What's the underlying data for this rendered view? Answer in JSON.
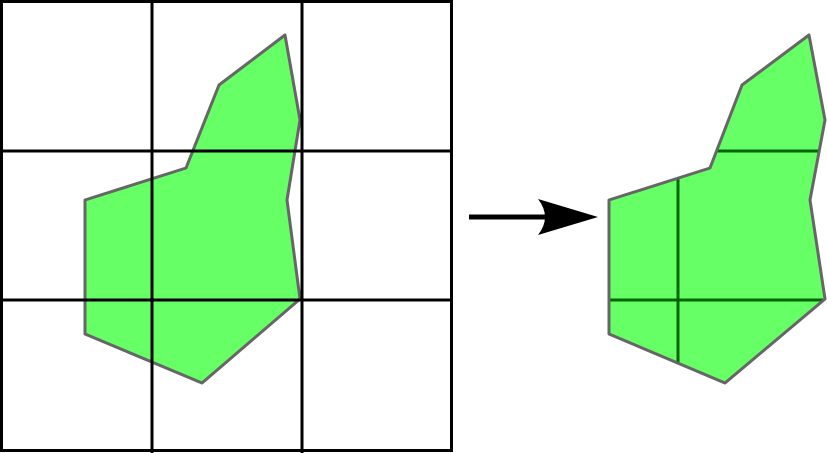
{
  "diagram": {
    "grid": {
      "rows": 3,
      "columns": 3,
      "line_color": "#000000"
    },
    "polygon": {
      "fill_color": "#66ff66",
      "outline_color": "#666666",
      "inner_line_color": "#006600"
    },
    "arrow": {
      "color": "#000000",
      "direction": "right"
    }
  }
}
